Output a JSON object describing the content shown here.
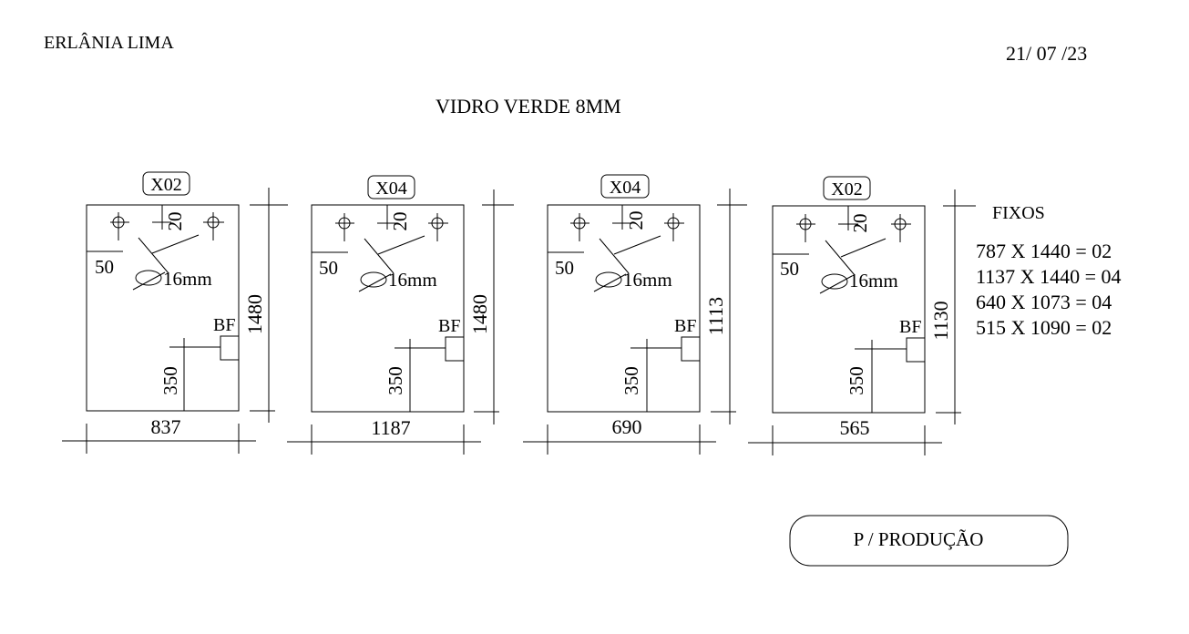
{
  "header": {
    "client": "ERLÂNIA LIMA",
    "date": "21/ 07 /23",
    "material": "VIDRO VERDE  8MM"
  },
  "common": {
    "hole_offset_top": "20",
    "hole_offset_side": "50",
    "hole_diameter": "16mm",
    "lock_label": "BF",
    "lock_height": "350"
  },
  "panels": [
    {
      "qty": "X02",
      "width": "837",
      "height": "1480"
    },
    {
      "qty": "X04",
      "width": "1187",
      "height": "1480"
    },
    {
      "qty": "X04",
      "width": "690",
      "height": "1113"
    },
    {
      "qty": "X02",
      "width": "565",
      "height": "1130"
    }
  ],
  "fixos": {
    "title": "FIXOS",
    "lines": [
      "787 X 1440 = 02",
      "1137 X 1440 = 04",
      "640 X 1073 = 04",
      "515 X 1090 = 02"
    ]
  },
  "stamp": "P / PRODUÇÃO"
}
